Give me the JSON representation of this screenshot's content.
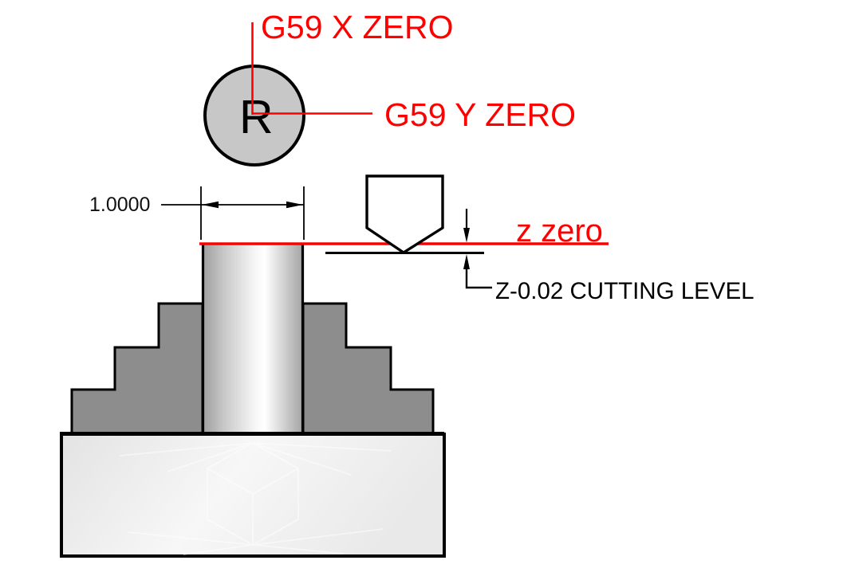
{
  "diagram": {
    "annotations": {
      "g59_x_zero": "G59 X ZERO",
      "g59_y_zero": "G59 Y ZERO",
      "reference_letter": "R",
      "width_dimension": "1.0000",
      "z_zero": "z zero",
      "cutting_level": "Z-0.02 CUTTING LEVEL"
    },
    "colors": {
      "annotation_red": "#ff0000",
      "line_black": "#000000",
      "dimension_text": "#111111",
      "reference_circle_fill": "#c7c7c7",
      "step_block_fill": "#8d8d8d",
      "tool_fill": "#ffffff"
    }
  }
}
